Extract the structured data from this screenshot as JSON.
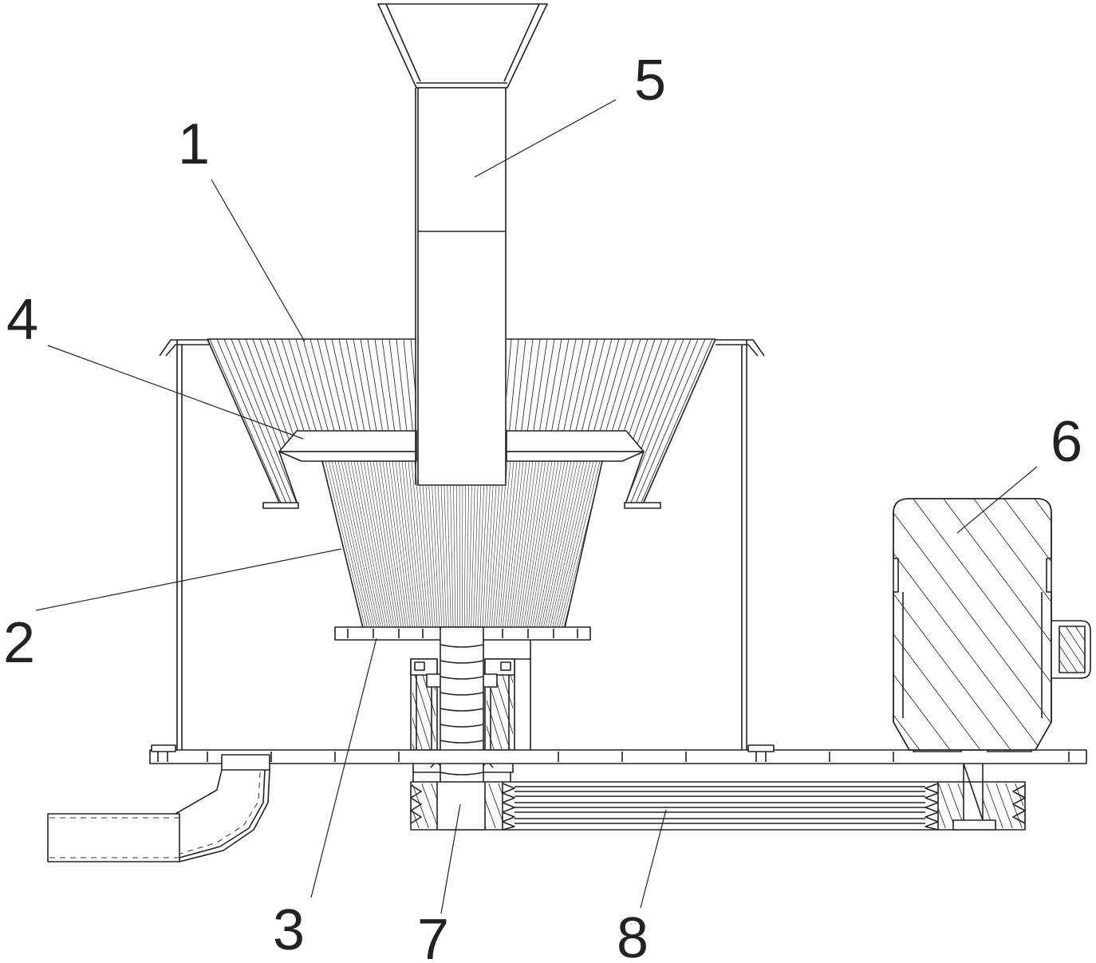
{
  "labels": {
    "part1": "1",
    "part2": "2",
    "part3": "3",
    "part4": "4",
    "part5": "5",
    "part6": "6",
    "part7": "7",
    "part8": "8"
  }
}
